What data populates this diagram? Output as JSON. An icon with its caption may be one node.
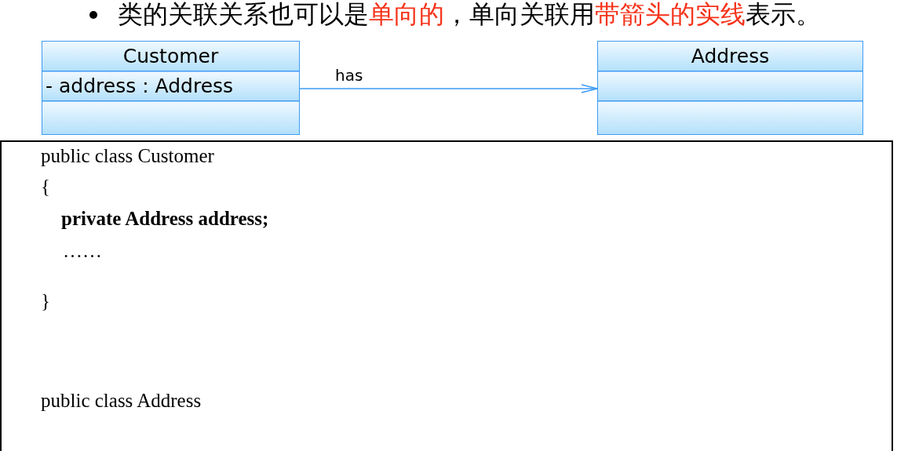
{
  "diagram": {
    "title": "类的关联关系也可以是**单向的**，单向关联用**带箭头的实线**表示。",
    "nodes": [
      {
        "text": [
          "Customer",
          "- address : Address"
        ]
      },
      {
        "text": [
          "Address"
        ]
      },
      {
        "text": [
          "public class Customer",
          "{",
          "private Address address;",
          "……",
          "}",
          "public class Address"
        ]
      }
    ],
    "edges": [
      {
        "from": 0,
        "to": 1,
        "arrow": "to",
        "label": "has"
      }
    ]
  }
}
